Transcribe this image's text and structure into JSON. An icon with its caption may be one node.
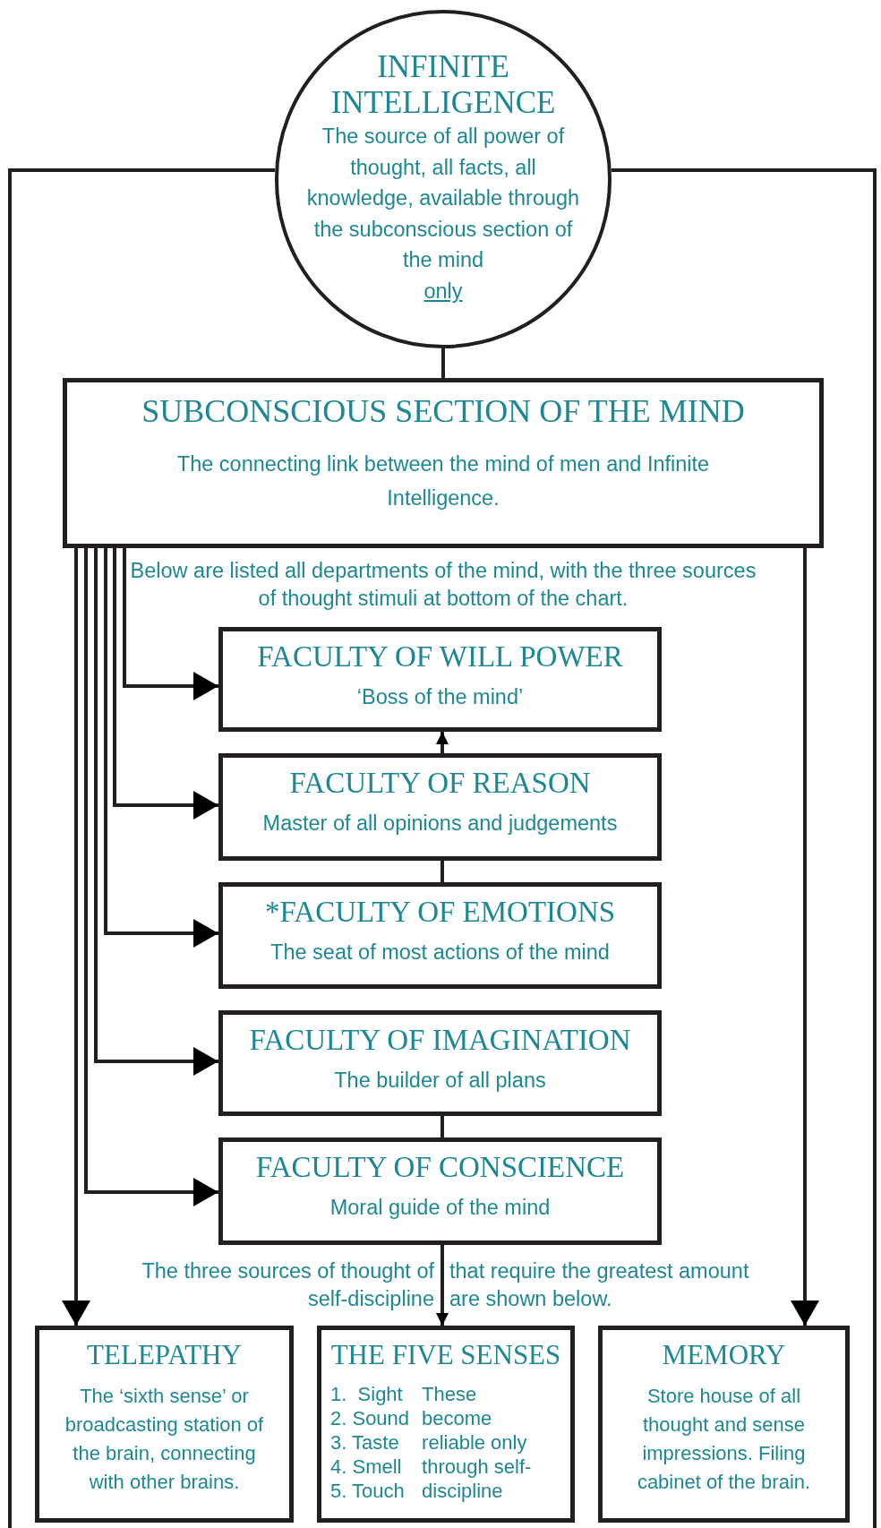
{
  "diagram": {
    "nodes": [
      {
        "text": [
          "INFINITE INTELLIGENCE",
          "The source of all power of thought, all facts, all knowledge, available through the subconscious section of the mind",
          "only"
        ]
      },
      {
        "text": [
          "SUBCONSCIOUS SECTION OF THE MIND",
          "The connecting link between the mind of men and Infinite Intelligence."
        ]
      },
      {
        "text": [
          "FACULTY OF WILL POWER",
          "‘Boss of the mind’"
        ]
      },
      {
        "text": [
          "FACULTY OF REASON",
          "Master of all opinions and judgements"
        ]
      },
      {
        "text": [
          "*FACULTY OF EMOTIONS",
          "The seat of most actions of the mind"
        ]
      },
      {
        "text": [
          "FACULTY OF IMAGINATION",
          "The builder of all plans"
        ]
      },
      {
        "text": [
          "FACULTY OF CONSCIENCE",
          "Moral guide of the mind"
        ]
      },
      {
        "text": [
          "TELEPATHY",
          "The ‘sixth sense’ or broadcasting station of the brain, connecting with other brains."
        ]
      },
      {
        "text": [
          "THE FIVE SENSES",
          "1.  Sight",
          "2. Sound",
          "3. Taste",
          "4. Smell",
          "5. Touch",
          "These become reliable only through self-discipline"
        ]
      },
      {
        "text": [
          "MEMORY",
          "Store house of all thought and sense impressions. Filing cabinet of the brain."
        ]
      }
    ],
    "edges": [
      {
        "from": 0,
        "to": 1,
        "arrow": "none"
      },
      {
        "from": 0,
        "to": null,
        "arrow": "none"
      },
      {
        "from": 0,
        "to": null,
        "arrow": "none"
      },
      {
        "from": 1,
        "to": 2,
        "arrow": "to"
      },
      {
        "from": 1,
        "to": 3,
        "arrow": "to"
      },
      {
        "from": 1,
        "to": 4,
        "arrow": "to"
      },
      {
        "from": 1,
        "to": 5,
        "arrow": "to"
      },
      {
        "from": 1,
        "to": 6,
        "arrow": "to"
      },
      {
        "from": 1,
        "to": 7,
        "arrow": "to"
      },
      {
        "from": 1,
        "to": 9,
        "arrow": "to"
      },
      {
        "from": 3,
        "to": 2,
        "arrow": "to"
      },
      {
        "from": 3,
        "to": 4,
        "arrow": "none"
      },
      {
        "from": 5,
        "to": 6,
        "arrow": "none"
      },
      {
        "from": 6,
        "to": 8,
        "arrow": "to"
      }
    ],
    "labels": [
      "Below are listed all departments of the mind, with the three sources of thought stimuli at bottom of the chart.",
      "The three sources of thought of self-discipline",
      "that require the greatest amount are shown below."
    ]
  }
}
